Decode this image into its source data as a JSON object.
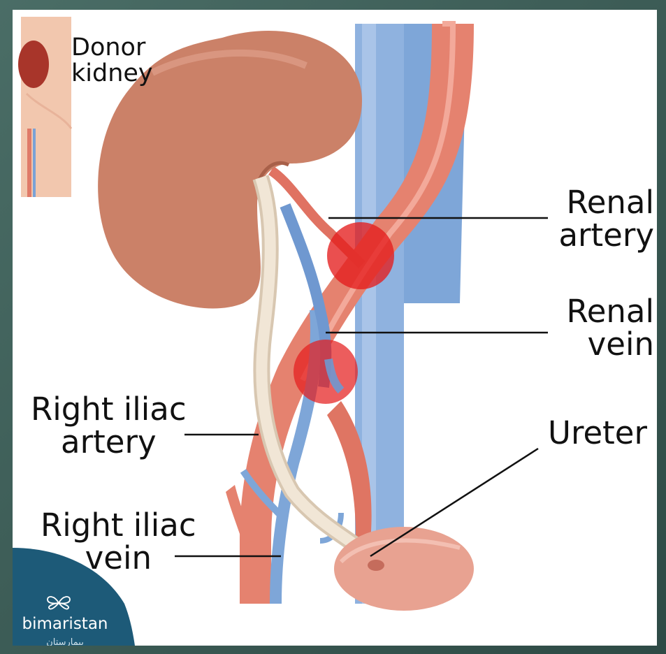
{
  "labels": {
    "donor_kidney": [
      "Donor",
      "kidney"
    ],
    "renal_artery": [
      "Renal",
      "artery"
    ],
    "renal_vein": [
      "Renal",
      "vein"
    ],
    "ureter": "Ureter",
    "right_iliac_artery": [
      "Right iliac",
      "artery"
    ],
    "right_iliac_vein": [
      "Right iliac",
      "vein"
    ]
  },
  "brand": {
    "name": "bimaristan",
    "name_arabic": "بيمارستان",
    "logo_icon": "butterfly-logo-icon",
    "color": "#1d5a78"
  },
  "colors": {
    "kidney": "#c8806a",
    "artery": "#e2796a",
    "vein": "#7aa2d6",
    "ureter": "#efe2cf",
    "anastomosis_highlight": "#e41e1e",
    "bladder": "#e9a596"
  }
}
